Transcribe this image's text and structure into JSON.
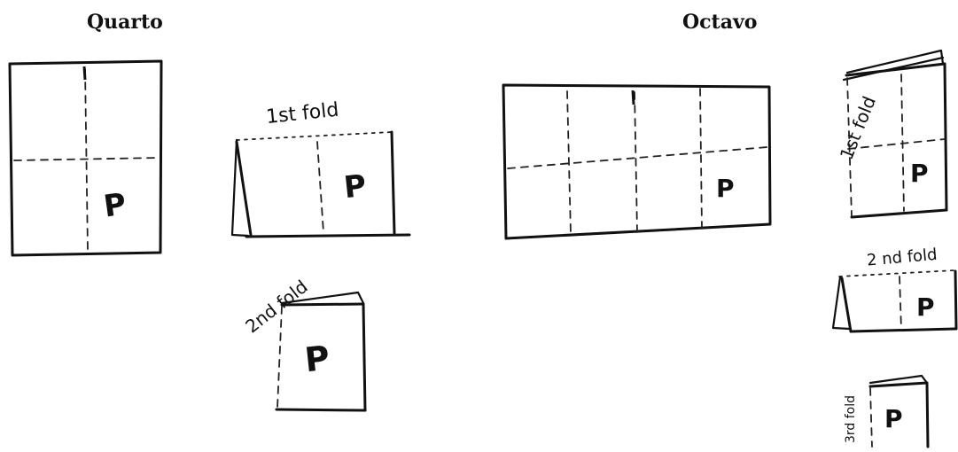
{
  "titles": {
    "quarto": "Quarto",
    "octavo": "Octavo"
  },
  "page_marker": "P",
  "quarto": {
    "first_fold_label": "1st fold",
    "second_fold_label": "2nd fold"
  },
  "octavo": {
    "first_fold_label": "1st fold",
    "second_fold_label": "2 nd fold",
    "third_fold_label": "3rd fold"
  }
}
